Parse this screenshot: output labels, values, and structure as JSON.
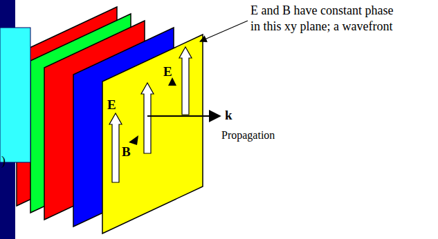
{
  "diagram": {
    "labels": [
      "E and B have constant phase in this xy plane; a wavefront",
      "E",
      "E",
      "B",
      "k",
      "Propagation",
      ")"
    ]
  }
}
